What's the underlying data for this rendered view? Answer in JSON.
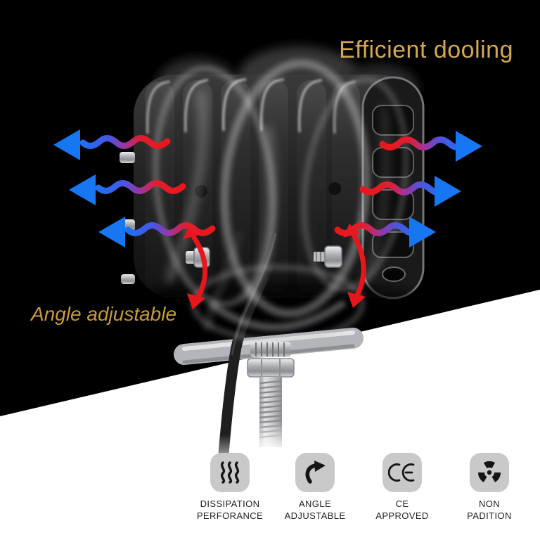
{
  "headline": {
    "text": "Efficient dooling",
    "color": "#d4a754"
  },
  "callout": {
    "text": "Angle adjustable",
    "color": "#c89b38"
  },
  "background": {
    "top": "#000000",
    "bottom_wedge": "#ffffff"
  },
  "product": {
    "name": "led-work-light-heatsink-with-bracket-and-bolt"
  },
  "annotations": {
    "airflow": {
      "hot_color": "#ea161a",
      "cool_color": "#1777f3",
      "left_arrows": 3,
      "right_arrows": 3
    },
    "rotation_arrows": {
      "color": "#e6171c",
      "count": 2
    }
  },
  "features": [
    {
      "icon": "heat-waves-icon",
      "line1": "DISSIPATION",
      "line2": "PERFORANCE"
    },
    {
      "icon": "curved-arrow-icon",
      "line1": "ANGLE",
      "line2": "ADJUSTABLE"
    },
    {
      "icon": "ce-mark-icon",
      "line1": "CE",
      "line2": "APPROVED"
    },
    {
      "icon": "radiation-icon",
      "line1": "NON",
      "line2": "PADITION"
    }
  ]
}
